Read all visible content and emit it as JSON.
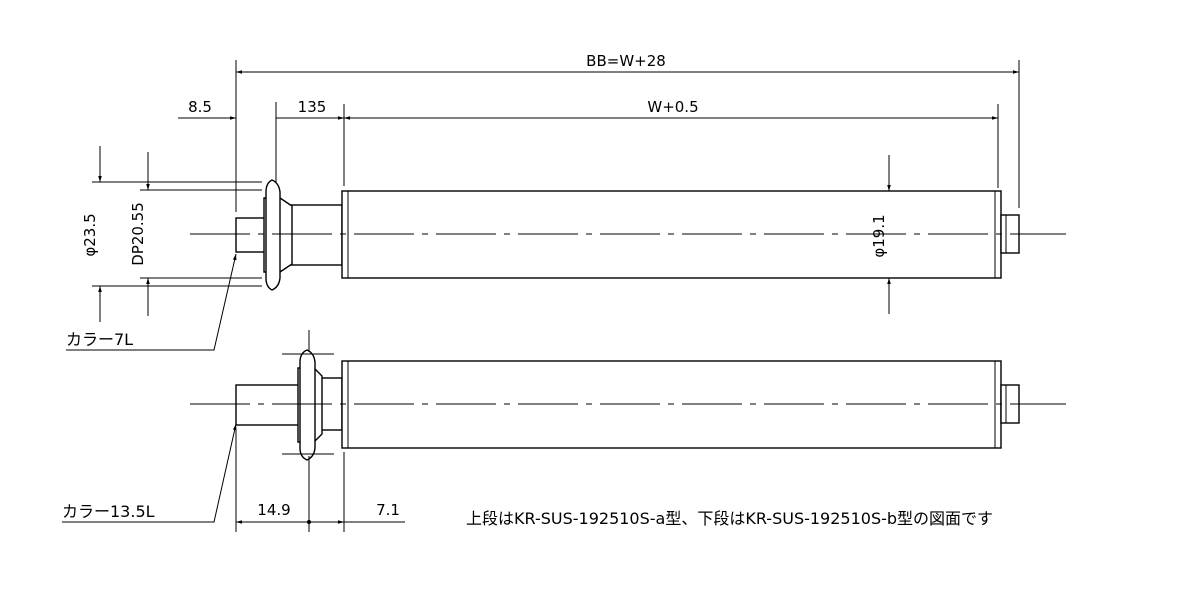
{
  "dimensions": {
    "overall_length": "BB=W+28",
    "shaft_projection": "8.5",
    "flange_offset": "135",
    "roller_length": "W+0.5",
    "flange_diameter": "φ23.5",
    "pitch_diameter": "DP20.55",
    "tube_diameter": "φ19.1",
    "lower_collar_gap": "14.9",
    "lower_flange_gap": "7.1"
  },
  "labels": {
    "collar_upper": "カラー7L",
    "collar_lower": "カラー13.5L"
  },
  "caption": "上段はKR-SUS-192510S-a型、下段はKR-SUS-192510S-b型の図面です"
}
